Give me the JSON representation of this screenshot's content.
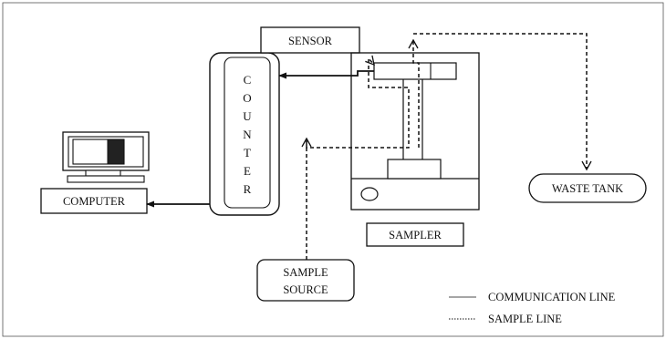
{
  "labels": {
    "sensor": "SENSOR",
    "counter": [
      "C",
      "O",
      "U",
      "N",
      "T",
      "E",
      "R"
    ],
    "computer": "COMPUTER",
    "sampler": "SAMPLER",
    "waste_tank": "WASTE TANK",
    "sample_source_line1": "SAMPLE",
    "sample_source_line2": "SOURCE"
  },
  "legend": {
    "communication": "COMMUNICATION LINE",
    "sample": "SAMPLE LINE"
  }
}
